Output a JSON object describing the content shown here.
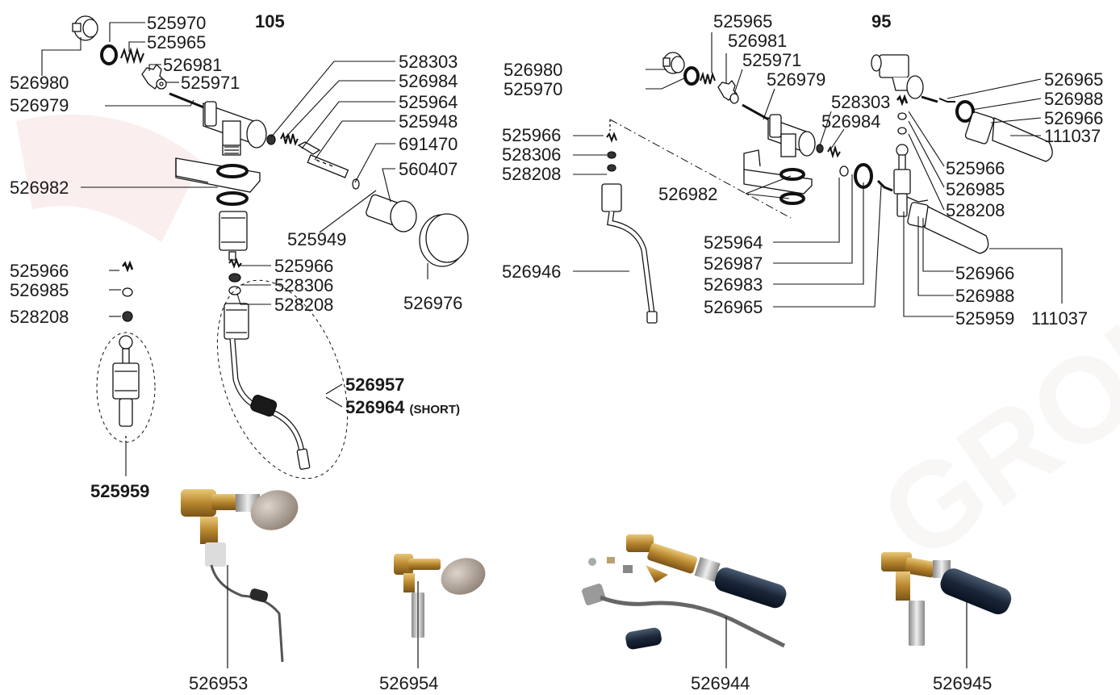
{
  "titles": {
    "left": "105",
    "right": "95"
  },
  "left_parts": {
    "p526980": "526980",
    "p525970": "525970",
    "p525965": "525965",
    "p526981": "526981",
    "p525971": "525971",
    "p526979": "526979",
    "p528303": "528303",
    "p526984": "526984",
    "p525964": "525964",
    "p525948": "525948",
    "p691470": "691470",
    "p560407": "560407",
    "p526982": "526982",
    "p525949": "525949",
    "p525966a": "525966",
    "p528306a": "528306",
    "p528208a": "528208",
    "p525966b": "525966",
    "p526985b": "526985",
    "p528208b": "528208",
    "p526976": "526976",
    "p526957": "526957",
    "p526964": "526964",
    "p526964_note": "(SHORT)",
    "p525959": "525959"
  },
  "right_parts": {
    "p525965": "525965",
    "p526981": "526981",
    "p526980": "526980",
    "p525971": "525971",
    "p525970": "525970",
    "p526979": "526979",
    "p528303": "528303",
    "p526984": "526984",
    "p525966": "525966",
    "p528306": "528306",
    "p528208": "528208",
    "p526982": "526982",
    "p526946": "526946",
    "p525964": "525964",
    "p526987": "526987",
    "p526983": "526983",
    "p526965b": "526965",
    "p526965": "526965",
    "p526988": "526988",
    "p526966": "526966",
    "p111037": "111037",
    "p525966r": "525966",
    "p526985r": "526985",
    "p528208r": "528208",
    "p526966b": "526966",
    "p526988b": "526988",
    "p525959": "525959",
    "p111037b": "111037"
  },
  "photos": {
    "ph1": "526953",
    "ph2": "526954",
    "ph3": "526944",
    "ph4": "526945"
  },
  "colors": {
    "brass": "#c39a4a",
    "rubber": "#1c2a3c",
    "knob": "#b9aea3",
    "steel": "#a8a8a8",
    "watermark": "#f3e4e4"
  }
}
